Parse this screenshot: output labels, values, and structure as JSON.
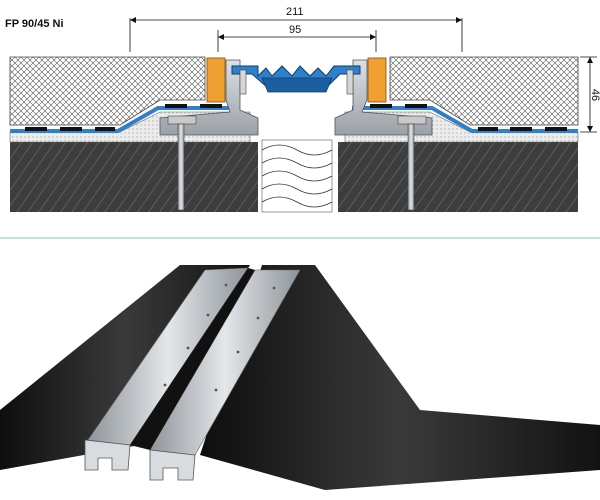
{
  "product": {
    "model_label": "FP 90/45 Ni"
  },
  "dimensions": {
    "overall_width": "211",
    "gap_width": "95",
    "height": "46"
  },
  "colors": {
    "background": "#ffffff",
    "concrete": "#3d3d3d",
    "screed": "#e9e9e9",
    "membrane_blue": "#2f7fc9",
    "seal_orange": "#f0a030",
    "aluminium": "#b9bec4",
    "rubber_black": "#1b1b1b",
    "divider_teal": "#7fc4b8"
  },
  "icons": [
    "anchor-bolt-icon",
    "insulation-roll-icon",
    "rubber-seal-icon"
  ]
}
